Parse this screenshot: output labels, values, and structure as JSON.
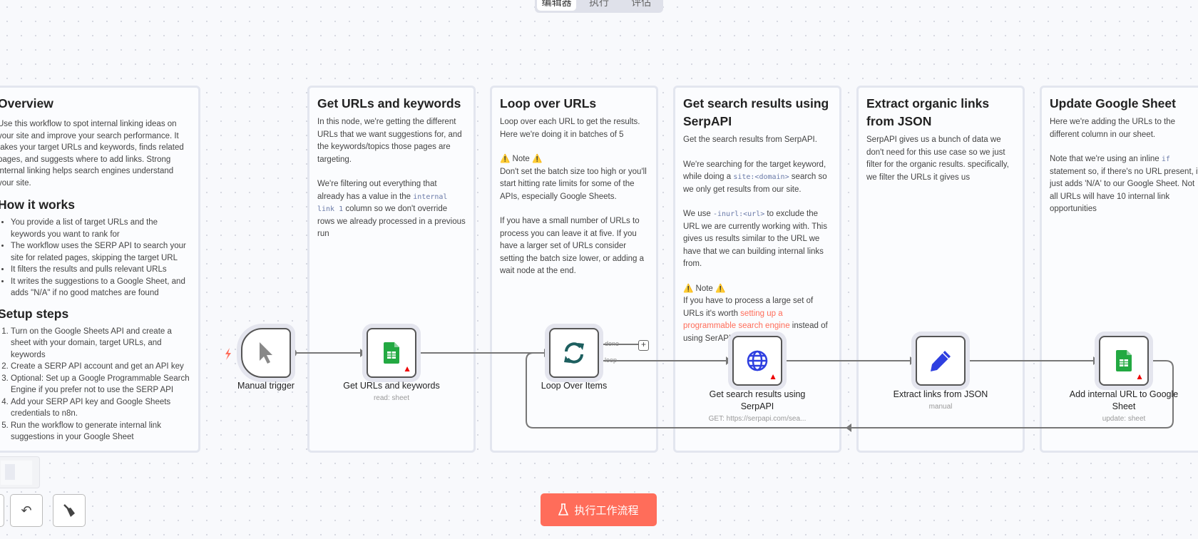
{
  "tabs": [
    "编辑器",
    "执行",
    "评估"
  ],
  "notes": {
    "overview": {
      "title": "Overview",
      "intro": "Use this workflow to spot internal linking ideas on your site and improve your search performance. It takes your target URLs and keywords, finds related pages, and suggests where to add links. Strong internal linking helps search engines understand your site.",
      "how_title": "How it works",
      "how": [
        "You provide a list of target URLs and the keywords you want to rank for",
        "The workflow uses the SERP API to search your site for related pages, skipping the target URL",
        "It filters the results and pulls relevant URLs",
        "It writes the suggestions to a Google Sheet, and adds \"N/A\" if no good matches are found"
      ],
      "setup_title": "Setup steps",
      "setup": [
        "Turn on the Google Sheets API and create a sheet with your domain, target URLs, and keywords",
        "Create a SERP API account and get an API key",
        "Optional: Set up a Google Programmable Search Engine if you prefer not to use the SERP API",
        "Add your SERP API key and Google Sheets credentials to n8n.",
        "Run the workflow to generate internal link suggestions in your Google Sheet"
      ]
    },
    "get_urls": {
      "title": "Get URLs and keywords",
      "p1": "In this node, we're getting the different URLs that we want suggestions for, and the keywords/topics those pages are targeting.",
      "p2a": "We're filtering out everything that already has a value in the ",
      "p2code": "internal link 1",
      "p2b": " column so we don't override rows we already processed in a previous run"
    },
    "loop": {
      "title": "Loop over URLs",
      "p1": "Loop over each URL to get the results. Here we're doing it in batches of 5",
      "note": "⚠️ Note ⚠️",
      "p2": "Don't set the batch size too high or you'll start hitting rate limits for some of the APIs, especially Google Sheets.",
      "p3": "If you have a small number of URLs to process you can leave it at five. If you have a larger set of URLs consider setting the batch size lower, or adding a wait node at the end."
    },
    "serp": {
      "title": "Get search results using SerpAPI",
      "p1": "Get the search results from SerpAPI.",
      "p2a": "We're searching for the target keyword, while doing a ",
      "p2code": "site:<domain>",
      "p2b": " search so we only get results from our site.",
      "p3a": "We use ",
      "p3code": "-inurl:<url>",
      "p3b": " to exclude the URL we are currently working with. This gives us results similar to the URL we have that we can building internal links from.",
      "note": "⚠️ Note ⚠️",
      "p4a": "If you have to process a large set of URLs it's worth ",
      "p4link": "setting up a programmable search engine",
      "p4b": " instead of using SerAPI"
    },
    "extract": {
      "title": "Extract organic links from JSON",
      "p1": "SerpAPI gives us a bunch of data we don't need for this use case so we just filter for the organic results. specifically, we filter the URLs it gives us"
    },
    "update": {
      "title": "Update Google Sheet",
      "p1": "Here we're adding the URLs to the different column in our sheet.",
      "p2a": "Note that we're using an inline ",
      "p2code": "if",
      "p2b": " statement so, if there's no URL present, it just adds 'N/A' to our Google Sheet. Not all URLs will have 10 internal link opportunities"
    }
  },
  "nodes": {
    "manual": {
      "label": "Manual trigger",
      "icon": "cursor-icon"
    },
    "get_urls": {
      "label": "Get URLs and keywords",
      "sub": "read: sheet",
      "icon": "google-sheets-icon"
    },
    "loop": {
      "label": "Loop Over Items",
      "icon": "loop-icon",
      "out_done": "done",
      "out_loop": "loop"
    },
    "serp": {
      "label": "Get search results using SerpAPI",
      "sub": "GET: https://serpapi.com/sea...",
      "icon": "globe-icon"
    },
    "extract": {
      "label": "Extract links from JSON",
      "sub": "manual",
      "icon": "pencil-icon"
    },
    "update": {
      "label": "Add internal URL to Google Sheet",
      "sub": "update: sheet",
      "icon": "google-sheets-icon"
    }
  },
  "run_button": "执行工作流程",
  "colors": {
    "accent": "#ff6d5a",
    "sheets": "#23a942",
    "globe": "#2e3fe0",
    "loop": "#1d5f5f",
    "warning": "#e00000"
  }
}
